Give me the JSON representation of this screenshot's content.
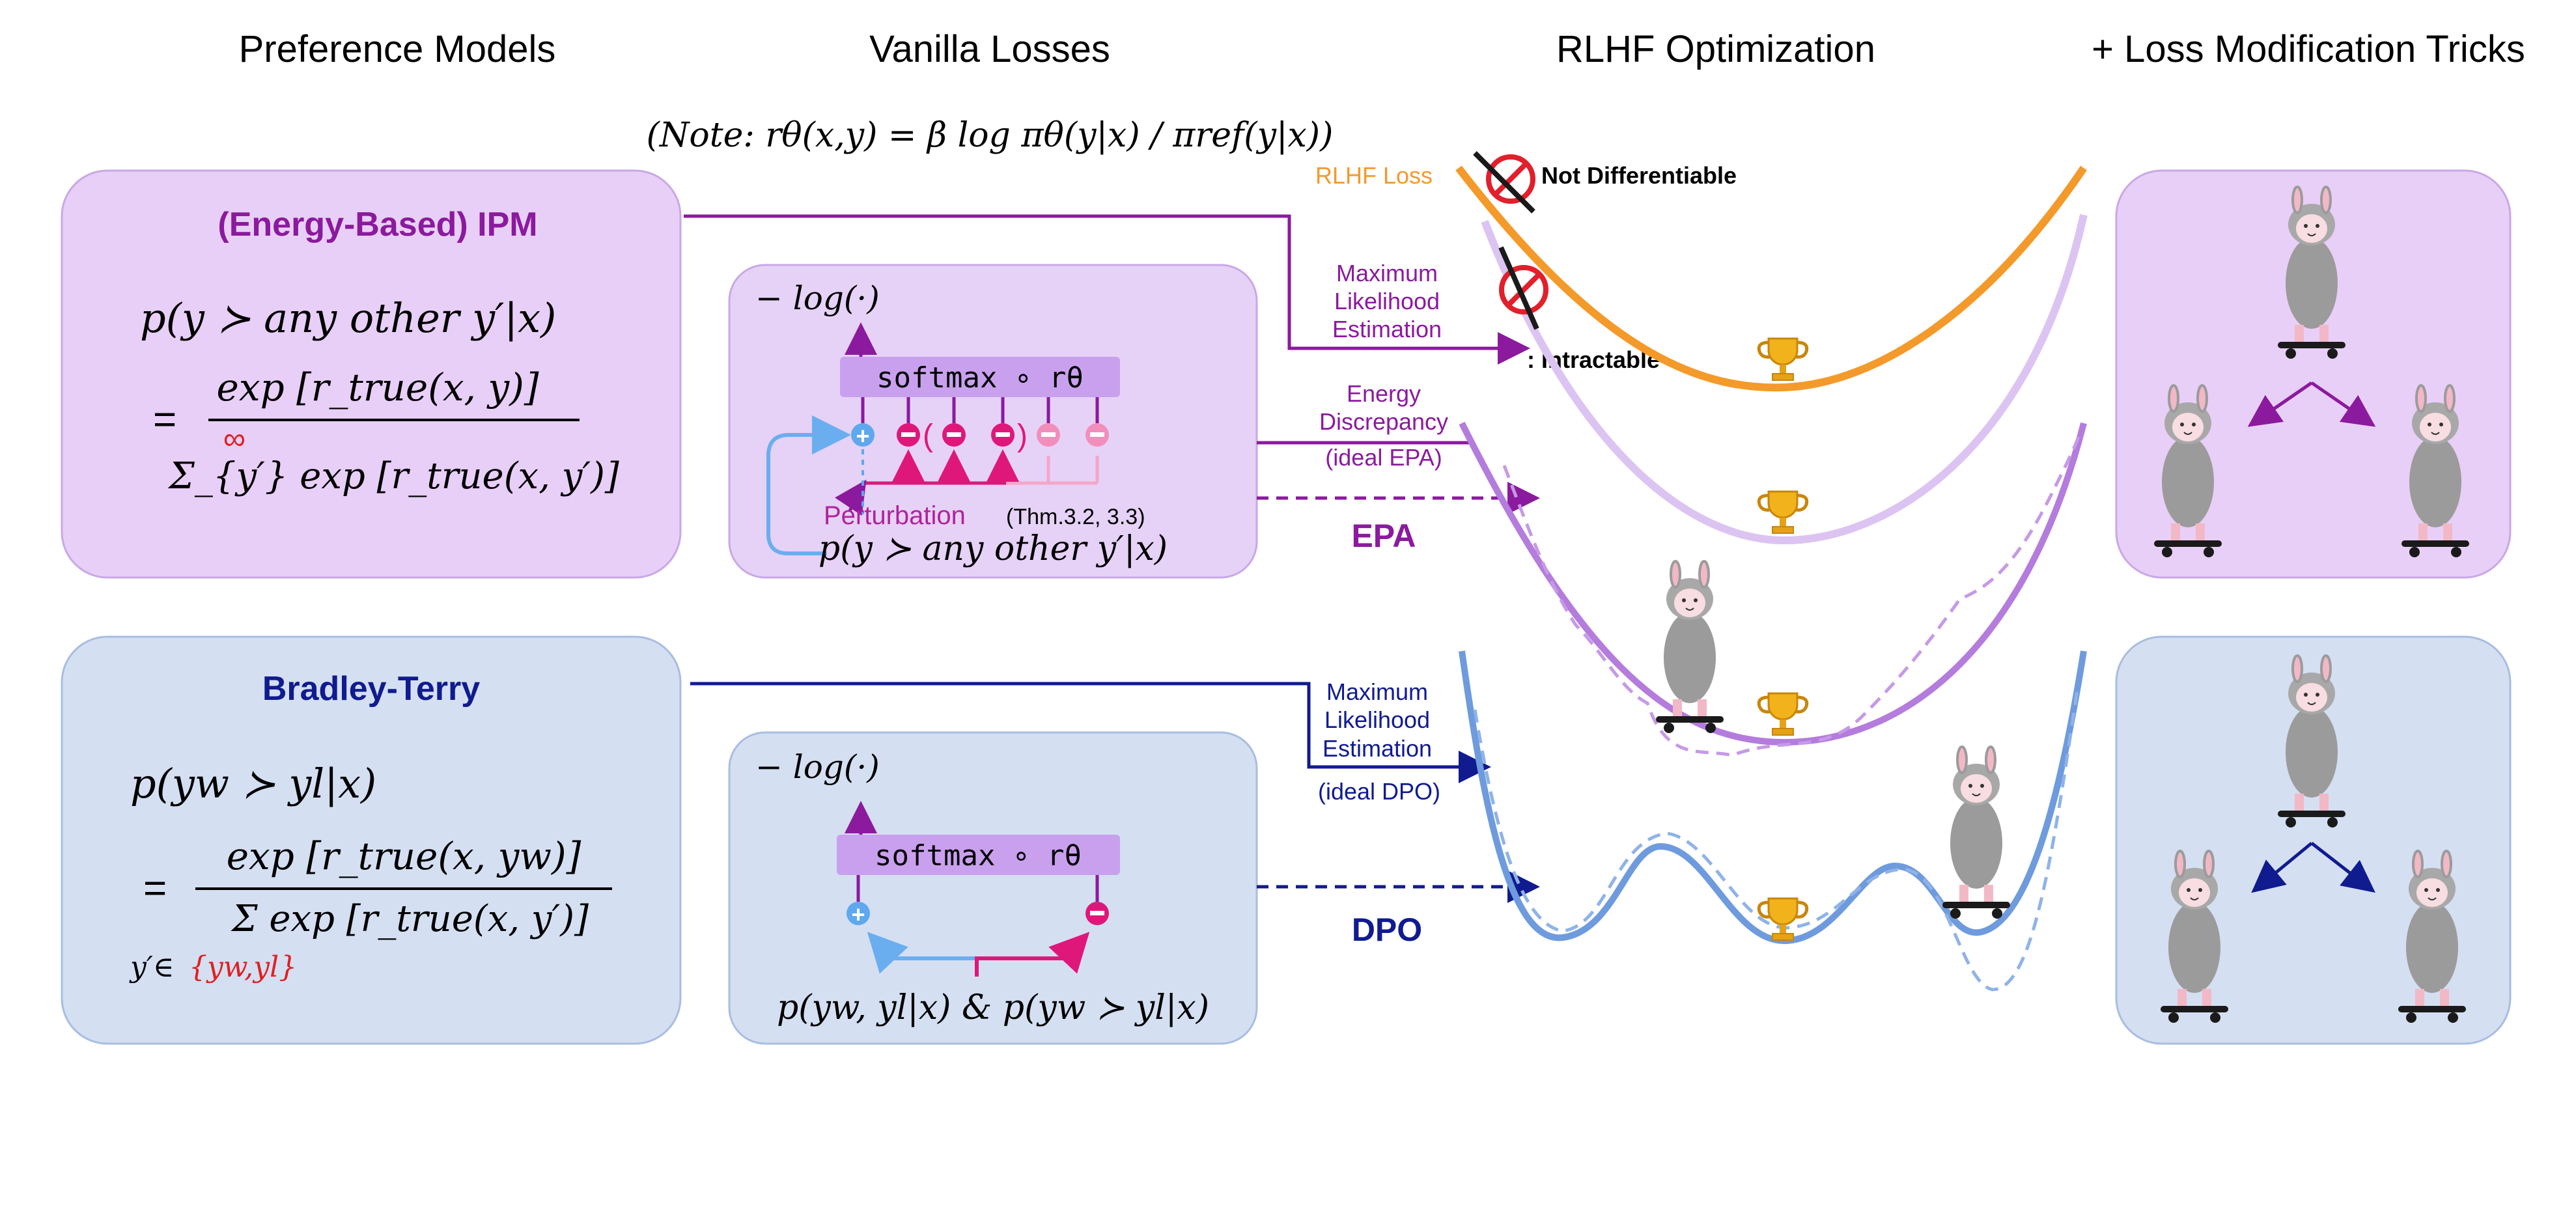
{
  "headers": {
    "preference_models": "Preference Models",
    "vanilla_losses": "Vanilla Losses",
    "rlhf_optimization": "RLHF Optimization",
    "loss_tricks": "+ Loss Modification Tricks"
  },
  "note": "(Note: rθ(x,y) = β log πθ(y|x) / πref(y|x))",
  "ipm": {
    "title": "(Energy-Based) IPM",
    "line1": "p(y ≻ any other y′|x)",
    "numerator": "exp [r_true(x, y)]",
    "denominator": "Σ_{y′} exp [r_true(x, y′)]",
    "sum_upper": "∞"
  },
  "bt": {
    "title": "Bradley-Terry",
    "line1": "p(yw ≻ yl|x)",
    "numerator": "exp [r_true(x, yw)]",
    "denominator": "Σ exp [r_true(x, y′)]",
    "sum_set": "{yw,yl}"
  },
  "epa_box": {
    "neglog": "− log(·)",
    "softmax": "softmax ∘ rθ",
    "perturbation": "Perturbation",
    "thm": "(Thm.3.2, 3.3)",
    "bottom": "p(y ≻ any other y′|x)"
  },
  "dpo_box": {
    "neglog": "− log(·)",
    "softmax": "softmax ∘ rθ",
    "bottom": "p(yw, yl|x) & p(yw ≻ yl|x)"
  },
  "labels": {
    "rlhf_loss": "RLHF Loss",
    "not_diff": ": Not Differentiable",
    "mle1": [
      "Maximum",
      "Likelihood",
      "Estimation"
    ],
    "intractable": ": Intractable",
    "energy": [
      "Energy",
      "Discrepancy",
      "(ideal EPA)"
    ],
    "epa": "EPA",
    "mle2": [
      "Maximum",
      "Likelihood",
      "Estimation"
    ],
    "ideal_dpo": "(ideal DPO)",
    "dpo": "DPO"
  },
  "colors": {
    "purple": "#8B1A9E",
    "navy": "#101B8F",
    "orange": "#F39A2B",
    "purple_box": "#E8CFF7",
    "blue_box": "#D4DFF2",
    "lavender": "#DCC4F2",
    "violet_curve": "#B47CDD",
    "blue_curve": "#6E9BDD",
    "pink": "#E0177A"
  }
}
